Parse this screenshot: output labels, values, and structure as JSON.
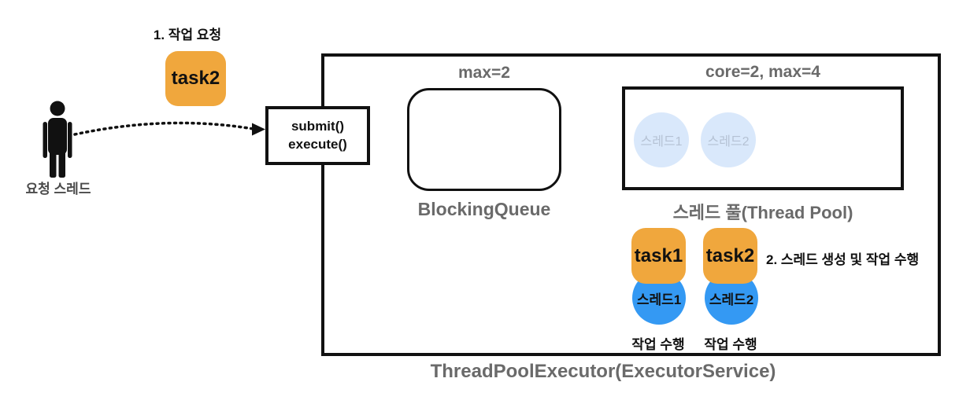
{
  "diagram_title": "ThreadPoolExecutor(ExecutorService)",
  "annotations": {
    "step1": "1. 작업 요청",
    "step2": "2. 스레드 생성 및 작업 수행"
  },
  "requester": {
    "label": "요청 스레드"
  },
  "incoming_task": {
    "label": "task2"
  },
  "entry_box": {
    "line1": "submit()",
    "line2": "execute()"
  },
  "queue": {
    "capacity": "max=2",
    "label": "BlockingQueue"
  },
  "pool": {
    "config": "core=2, max=4",
    "label": "스레드 풀(Thread Pool)",
    "idle_threads": [
      {
        "label": "스레드1"
      },
      {
        "label": "스레드2"
      }
    ]
  },
  "running_tasks": [
    {
      "task": "task1",
      "thread": "스레드1",
      "caption": "작업 수행"
    },
    {
      "task": "task2",
      "thread": "스레드2",
      "caption": "작업 수행"
    }
  ],
  "colors": {
    "accent_orange": "#F0A73D",
    "accent_blue": "#3499F3",
    "pale_blue": "#D9E8FB",
    "pale_text": "#B5C2D4",
    "gray_text": "#6A6A6A",
    "label_gray": "#4A4A4A"
  }
}
